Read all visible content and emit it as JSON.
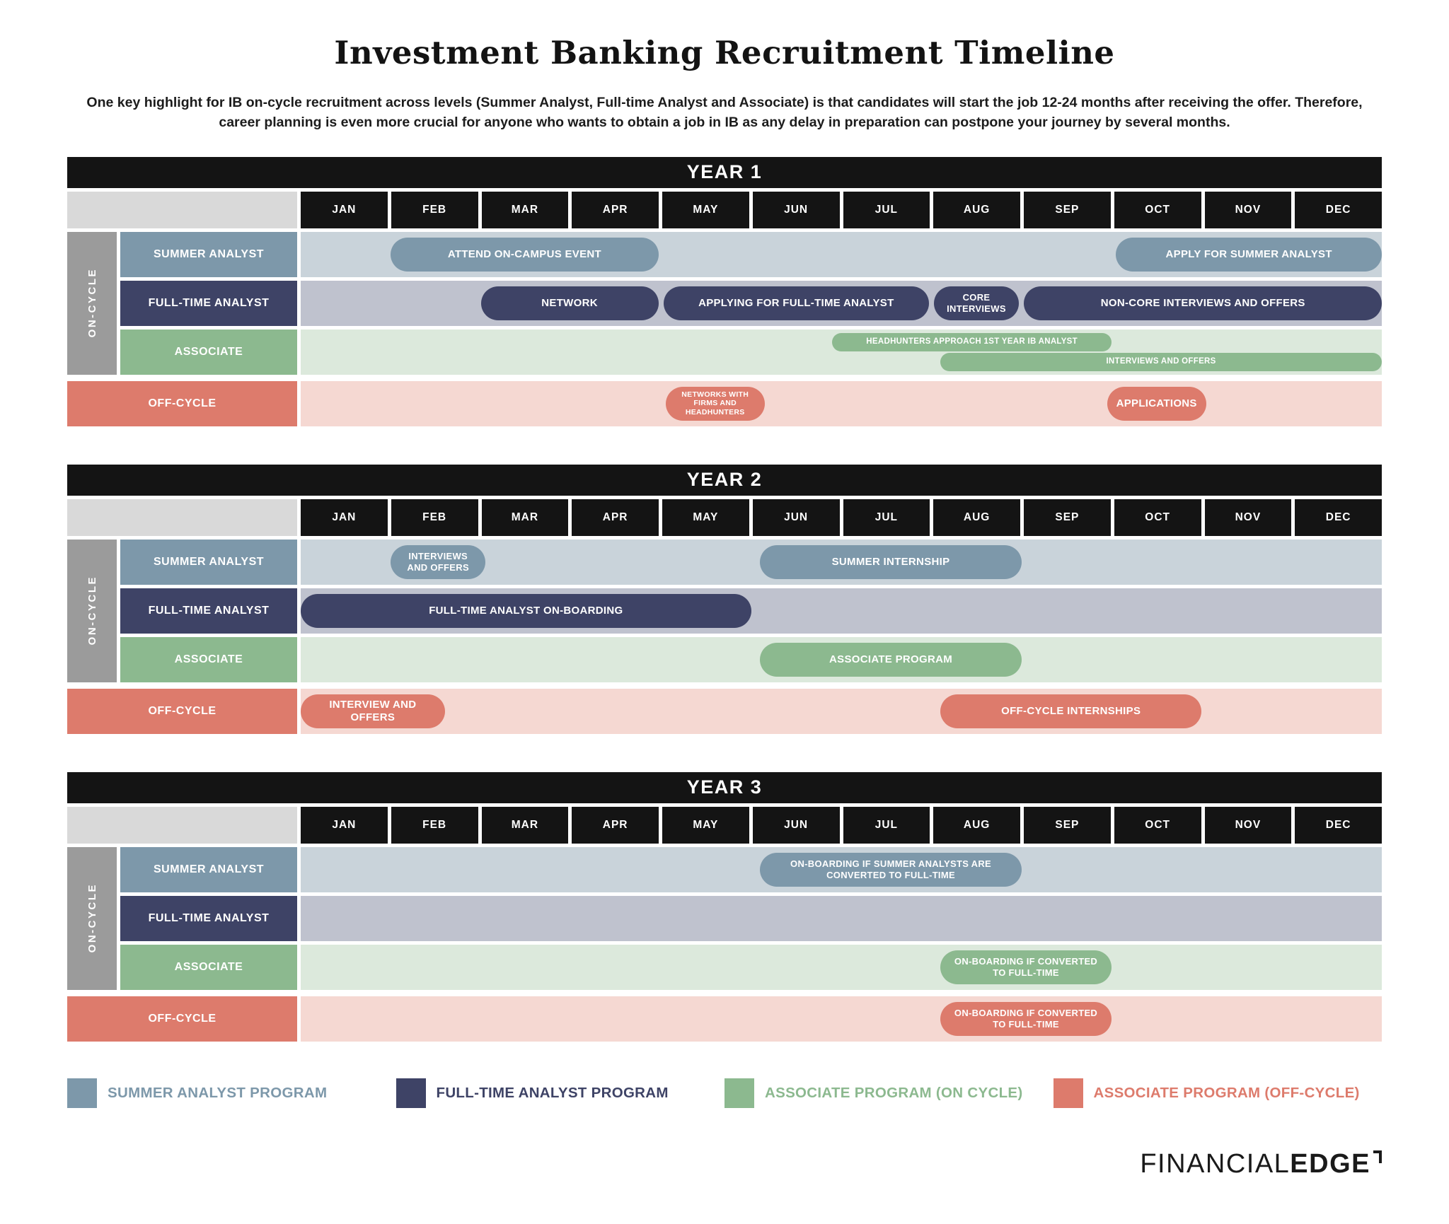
{
  "title": "Investment Banking Recruitment Timeline",
  "intro": "One key highlight for IB on-cycle recruitment across levels (Summer Analyst, Full-time Analyst and Associate) is that candidates will start the job 12-24 months after receiving the offer. Therefore, career planning is even more crucial for anyone who wants to obtain a job in IB as any delay in preparation can postpone your journey by several months.",
  "colors": {
    "summer": {
      "fill": "#7d98aa",
      "track": "#c9d3da"
    },
    "fulltime": {
      "fill": "#3e4366",
      "track": "#bfc2ce"
    },
    "associate": {
      "fill": "#8cb98f",
      "track": "#dce9dc"
    },
    "offcycle": {
      "fill": "#dd7b6c",
      "track": "#f5d8d2"
    },
    "header_bg": "#141414",
    "corner_bg": "#d9d9d9",
    "on_cycle_bg": "#9b9b9b",
    "bar_text": "#ffffff"
  },
  "chart_data": {
    "type": "gantt",
    "title": "Investment Banking Recruitment Timeline",
    "x_axis_months": [
      "JAN",
      "FEB",
      "MAR",
      "APR",
      "MAY",
      "JUN",
      "JUL",
      "AUG",
      "SEP",
      "OCT",
      "NOV",
      "DEC"
    ],
    "on_cycle_label": "ON-CYCLE",
    "month_scale_note": "start/end are month positions: 1 = start of Jan, 13 = end of Dec",
    "years": [
      {
        "label": "YEAR 1",
        "rows": [
          {
            "key": "summer-analyst",
            "label": "SUMMER ANALYST",
            "theme": "summer",
            "group": "on-cycle",
            "bars": [
              {
                "label": "ATTEND ON-CAMPUS EVENT",
                "start": 2.0,
                "end": 4.97
              },
              {
                "label": "APPLY FOR SUMMER ANALYST",
                "start": 10.05,
                "end": 13.0
              }
            ]
          },
          {
            "key": "full-time-analyst",
            "label": "FULL-TIME ANALYST",
            "theme": "fulltime",
            "group": "on-cycle",
            "bars": [
              {
                "label": "NETWORK",
                "start": 3.0,
                "end": 4.97
              },
              {
                "label": "APPLYING FOR FULL-TIME ANALYST",
                "start": 5.03,
                "end": 7.97
              },
              {
                "label": "CORE INTERVIEWS",
                "start": 8.03,
                "end": 8.97
              },
              {
                "label": "NON-CORE INTERVIEWS AND OFFERS",
                "start": 9.03,
                "end": 13.0
              }
            ]
          },
          {
            "key": "associate",
            "label": "ASSOCIATE",
            "theme": "associate",
            "group": "on-cycle",
            "bars": [
              {
                "label": "HEADHUNTERS APPROACH 1ST YEAR IB ANALYST",
                "start": 6.9,
                "end": 10.0,
                "lane": "top"
              },
              {
                "label": "INTERVIEWS AND OFFERS",
                "start": 8.1,
                "end": 13.0,
                "lane": "bottom"
              }
            ]
          },
          {
            "key": "off-cycle",
            "label": "OFF-CYCLE",
            "theme": "offcycle",
            "group": "off-cycle",
            "bars": [
              {
                "label": "NETWORKS WITH FIRMS AND HEADHUNTERS",
                "start": 5.05,
                "end": 6.15
              },
              {
                "label": "APPLICATIONS",
                "start": 9.95,
                "end": 11.05
              }
            ]
          }
        ]
      },
      {
        "label": "YEAR 2",
        "rows": [
          {
            "key": "summer-analyst",
            "label": "SUMMER ANALYST",
            "theme": "summer",
            "group": "on-cycle",
            "bars": [
              {
                "label": "INTERVIEWS AND OFFERS",
                "start": 2.0,
                "end": 3.05
              },
              {
                "label": "SUMMER INTERNSHIP",
                "start": 6.1,
                "end": 9.0
              }
            ]
          },
          {
            "key": "full-time-analyst",
            "label": "FULL-TIME ANALYST",
            "theme": "fulltime",
            "group": "on-cycle",
            "bars": [
              {
                "label": "FULL-TIME ANALYST ON-BOARDING",
                "start": 1.0,
                "end": 6.0
              }
            ]
          },
          {
            "key": "associate",
            "label": "ASSOCIATE",
            "theme": "associate",
            "group": "on-cycle",
            "bars": [
              {
                "label": "ASSOCIATE PROGRAM",
                "start": 6.1,
                "end": 9.0
              }
            ]
          },
          {
            "key": "off-cycle",
            "label": "OFF-CYCLE",
            "theme": "offcycle",
            "group": "off-cycle",
            "bars": [
              {
                "label": "INTERVIEW AND OFFERS",
                "start": 1.0,
                "end": 2.6
              },
              {
                "label": "OFF-CYCLE INTERNSHIPS",
                "start": 8.1,
                "end": 11.0
              }
            ]
          }
        ]
      },
      {
        "label": "YEAR 3",
        "rows": [
          {
            "key": "summer-analyst",
            "label": "SUMMER ANALYST",
            "theme": "summer",
            "group": "on-cycle",
            "bars": [
              {
                "label": "ON-BOARDING IF SUMMER ANALYSTS ARE CONVERTED TO FULL-TIME",
                "start": 6.1,
                "end": 9.0
              }
            ]
          },
          {
            "key": "full-time-analyst",
            "label": "FULL-TIME ANALYST",
            "theme": "fulltime",
            "group": "on-cycle",
            "bars": []
          },
          {
            "key": "associate",
            "label": "ASSOCIATE",
            "theme": "associate",
            "group": "on-cycle",
            "bars": [
              {
                "label": "ON-BOARDING IF CONVERTED TO FULL-TIME",
                "start": 8.1,
                "end": 10.0
              }
            ]
          },
          {
            "key": "off-cycle",
            "label": "OFF-CYCLE",
            "theme": "offcycle",
            "group": "off-cycle",
            "bars": [
              {
                "label": "ON-BOARDING IF CONVERTED TO FULL-TIME",
                "start": 8.1,
                "end": 10.0
              }
            ]
          }
        ]
      }
    ]
  },
  "legend": {
    "items": [
      {
        "label": "SUMMER ANALYST PROGRAM",
        "color": "#7d98aa"
      },
      {
        "label": "FULL-TIME ANALYST PROGRAM",
        "color": "#3e4366"
      },
      {
        "label": "ASSOCIATE PROGRAM (ON CYCLE)",
        "color": "#8cb98f"
      },
      {
        "label": "ASSOCIATE PROGRAM (OFF-CYCLE)",
        "color": "#dd7b6c"
      }
    ]
  },
  "logo": {
    "brand_light": "FINANCIAL",
    "brand_bold": "EDGE"
  }
}
